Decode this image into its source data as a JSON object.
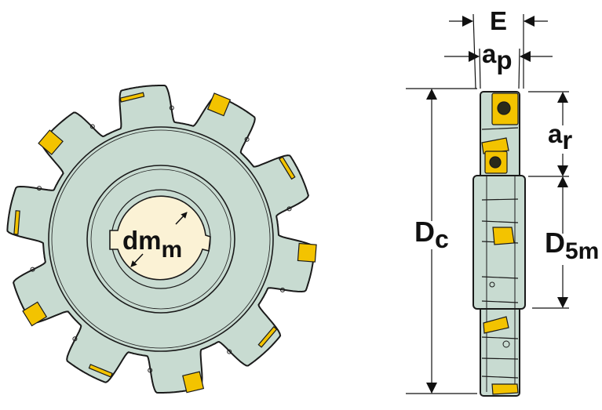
{
  "colors": {
    "body": "#c8dbd1",
    "insert": "#f3c300",
    "bore": "#fbf2d5",
    "outline": "#1a1a1a"
  },
  "front_view": {
    "bore_label": {
      "main": "dm",
      "sub": "m"
    }
  },
  "side_view": {
    "width_label": {
      "main": "E"
    },
    "depth_label": {
      "main": "a",
      "sub": "p"
    },
    "radial_label": {
      "main": "a",
      "sub": "r"
    },
    "cutter_diameter_label": {
      "main": "D",
      "sub": "c"
    },
    "hub_diameter_label": {
      "main": "D",
      "sub": "5m"
    }
  }
}
